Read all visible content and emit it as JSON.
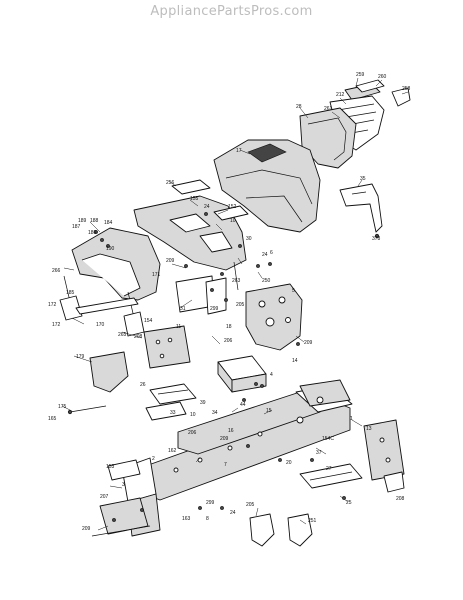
{
  "watermark": "AppliancePartsPros.com",
  "callouts": [
    {
      "id": "c259",
      "text": "259"
    },
    {
      "id": "c260",
      "text": "260"
    },
    {
      "id": "c212",
      "text": "212"
    },
    {
      "id": "c258",
      "text": "258"
    },
    {
      "id": "c28",
      "text": "28"
    },
    {
      "id": "c261",
      "text": "261"
    },
    {
      "id": "c17",
      "text": "17"
    },
    {
      "id": "c35",
      "text": "35"
    },
    {
      "id": "c378",
      "text": "378"
    },
    {
      "id": "c256",
      "text": "256"
    },
    {
      "id": "c155",
      "text": "155"
    },
    {
      "id": "c24a",
      "text": "24"
    },
    {
      "id": "c152",
      "text": "152"
    },
    {
      "id": "c10",
      "text": "10"
    },
    {
      "id": "c189",
      "text": "189"
    },
    {
      "id": "c188",
      "text": "188"
    },
    {
      "id": "c187",
      "text": "187"
    },
    {
      "id": "c186",
      "text": "186"
    },
    {
      "id": "c184",
      "text": "184"
    },
    {
      "id": "c190",
      "text": "190"
    },
    {
      "id": "c266",
      "text": "266"
    },
    {
      "id": "c209a",
      "text": "209"
    },
    {
      "id": "c171",
      "text": "171"
    },
    {
      "id": "c30",
      "text": "30"
    },
    {
      "id": "c24b",
      "text": "24"
    },
    {
      "id": "c250",
      "text": "250"
    },
    {
      "id": "c263",
      "text": "263"
    },
    {
      "id": "c6",
      "text": "6"
    },
    {
      "id": "c5",
      "text": "5"
    },
    {
      "id": "c172a",
      "text": "172"
    },
    {
      "id": "c172b",
      "text": "172"
    },
    {
      "id": "c170",
      "text": "170"
    },
    {
      "id": "c185",
      "text": "185"
    },
    {
      "id": "c265",
      "text": "265"
    },
    {
      "id": "c154",
      "text": "154"
    },
    {
      "id": "c31",
      "text": "31"
    },
    {
      "id": "c299a",
      "text": "299"
    },
    {
      "id": "c205",
      "text": "205"
    },
    {
      "id": "c11",
      "text": "11"
    },
    {
      "id": "c18",
      "text": "18"
    },
    {
      "id": "c208a",
      "text": "208"
    },
    {
      "id": "c206a",
      "text": "206"
    },
    {
      "id": "c209b",
      "text": "209"
    },
    {
      "id": "c14",
      "text": "14"
    },
    {
      "id": "c179",
      "text": "179"
    },
    {
      "id": "c4",
      "text": "4"
    },
    {
      "id": "c33",
      "text": "33"
    },
    {
      "id": "c39",
      "text": "39"
    },
    {
      "id": "c26",
      "text": "26"
    },
    {
      "id": "c10b",
      "text": "10"
    },
    {
      "id": "c175",
      "text": "175"
    },
    {
      "id": "c165",
      "text": "165"
    },
    {
      "id": "c44",
      "text": "44"
    },
    {
      "id": "c34",
      "text": "34"
    },
    {
      "id": "c15",
      "text": "15"
    },
    {
      "id": "c1",
      "text": "1"
    },
    {
      "id": "c16",
      "text": "16"
    },
    {
      "id": "c13",
      "text": "13"
    },
    {
      "id": "c206b",
      "text": "206"
    },
    {
      "id": "c162",
      "text": "162"
    },
    {
      "id": "c209c",
      "text": "209"
    },
    {
      "id": "c7",
      "text": "7"
    },
    {
      "id": "c154c",
      "text": "154C"
    },
    {
      "id": "c37",
      "text": "37"
    },
    {
      "id": "c20",
      "text": "20"
    },
    {
      "id": "c27",
      "text": "27"
    },
    {
      "id": "c2",
      "text": "2"
    },
    {
      "id": "c3",
      "text": "3"
    },
    {
      "id": "c153",
      "text": "153"
    },
    {
      "id": "c163",
      "text": "163"
    },
    {
      "id": "c299b",
      "text": "299"
    },
    {
      "id": "c24c",
      "text": "24"
    },
    {
      "id": "c205b",
      "text": "205"
    },
    {
      "id": "c25",
      "text": "25"
    },
    {
      "id": "c207",
      "text": "207"
    },
    {
      "id": "c209d",
      "text": "209"
    },
    {
      "id": "c8",
      "text": "8"
    },
    {
      "id": "c251",
      "text": "251"
    },
    {
      "id": "c208b",
      "text": "208"
    }
  ]
}
